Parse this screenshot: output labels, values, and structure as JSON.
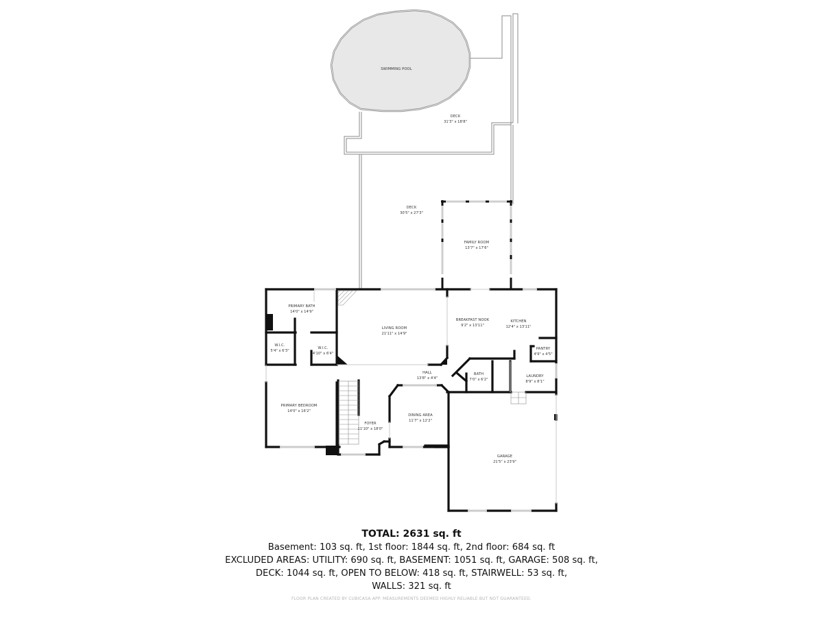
{
  "floor_plan": {
    "rooms": [
      {
        "id": "swimming-pool",
        "label": "SWIMMING POOL",
        "dimensions": ""
      },
      {
        "id": "deck-upper",
        "label": "DECK",
        "dimensions": "31'3\" x 18'8\""
      },
      {
        "id": "deck-lower",
        "label": "DECK",
        "dimensions": "30'5\" x 27'3\""
      },
      {
        "id": "family-room",
        "label": "FAMILY ROOM",
        "dimensions": "13'7\" x 17'6\""
      },
      {
        "id": "primary-bath",
        "label": "PRIMARY BATH",
        "dimensions": "14'0\" x 14'9\""
      },
      {
        "id": "wic-left",
        "label": "W.I.C.",
        "dimensions": "5'4\" x 6'3\""
      },
      {
        "id": "wic-right",
        "label": "W.I.C.",
        "dimensions": "4'10\" x 6'4\""
      },
      {
        "id": "living-room",
        "label": "LIVING ROOM",
        "dimensions": "21'11\" x 14'9\""
      },
      {
        "id": "breakfast-nook",
        "label": "BREAKFAST NOOK",
        "dimensions": "9'2\" x 13'11\""
      },
      {
        "id": "kitchen",
        "label": "KITCHEN",
        "dimensions": "12'4\" x 13'11\""
      },
      {
        "id": "pantry",
        "label": "PANTRY",
        "dimensions": "4'9\" x 4'5\""
      },
      {
        "id": "hall",
        "label": "HALL",
        "dimensions": "13'8\" x 4'4\""
      },
      {
        "id": "bath",
        "label": "BATH",
        "dimensions": "7'0\" x 6'2\""
      },
      {
        "id": "laundry",
        "label": "LAUNDRY",
        "dimensions": "8'9\" x 8'1\""
      },
      {
        "id": "primary-bedroom",
        "label": "PRIMARY BEDROOM",
        "dimensions": "14'0\" x 16'2\""
      },
      {
        "id": "foyer",
        "label": "FOYER",
        "dimensions": "11'10\" x 18'0\""
      },
      {
        "id": "dining-area",
        "label": "DINING AREA",
        "dimensions": "11'7\" x 12'2\""
      },
      {
        "id": "garage",
        "label": "GARAGE",
        "dimensions": "21'5\" x 23'9\""
      }
    ],
    "colors": {
      "wall": "#111111",
      "pool_fill": "#e8e8e8",
      "window": "#d9d9d9",
      "outline": "#9a9a9a"
    }
  },
  "summary": {
    "total": "TOTAL: 2631 sq. ft",
    "line1": "Basement: 103 sq. ft, 1st floor: 1844 sq. ft, 2nd floor: 684 sq. ft",
    "line2": "EXCLUDED AREAS: UTILITY: 690 sq. ft, BASEMENT: 1051 sq. ft, GARAGE: 508 sq. ft,",
    "line3": "DECK: 1044 sq. ft, OPEN TO BELOW: 418 sq. ft, STAIRWELL: 53 sq. ft,",
    "line4": "WALLS: 321 sq. ft"
  },
  "footer": {
    "note": "FLOOR PLAN CREATED BY CUBICASA APP. MEASUREMENTS DEEMED HIGHLY RELIABLE BUT NOT GUARANTEED."
  }
}
